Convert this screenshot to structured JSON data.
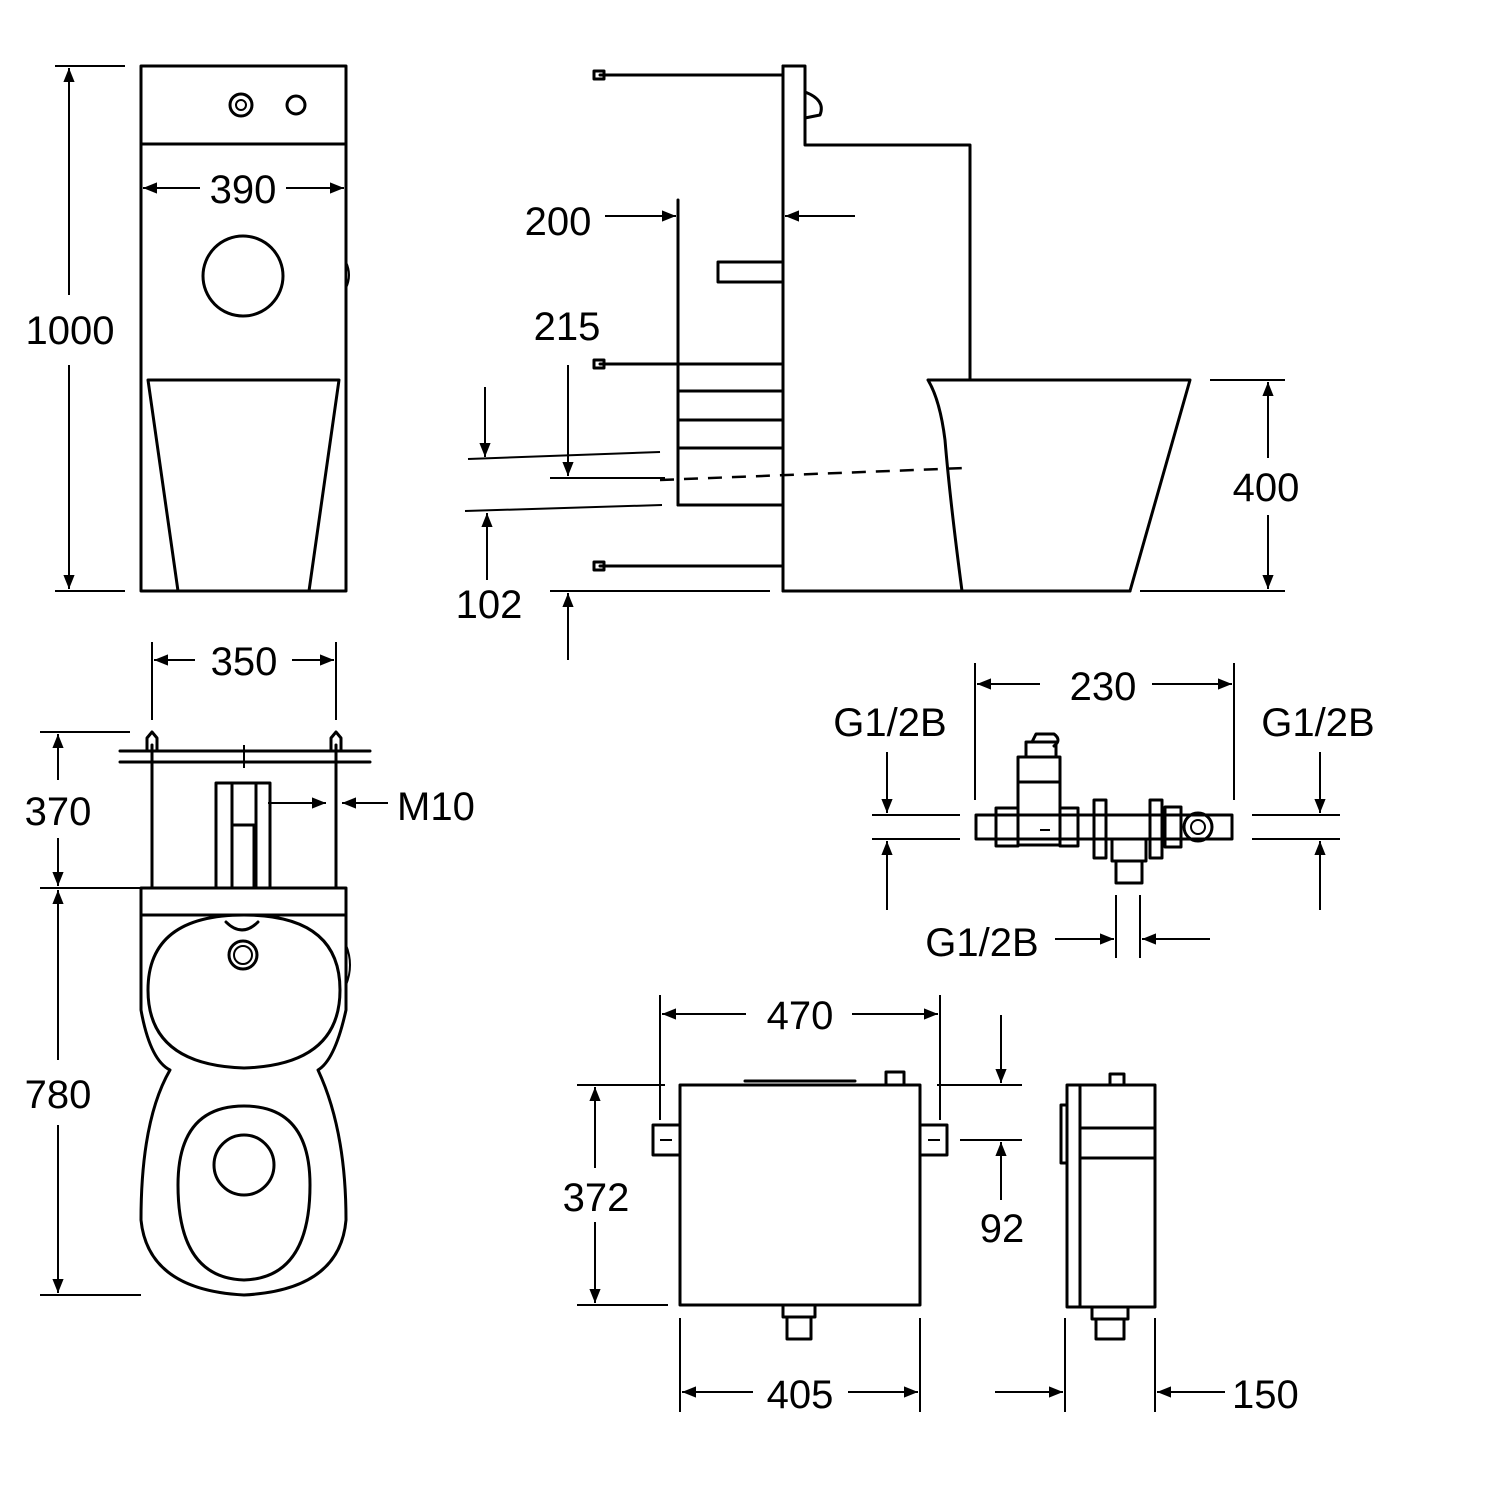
{
  "dimensions": {
    "front_height": "1000",
    "front_width": "390",
    "side_200": "200",
    "side_215": "215",
    "side_400": "400",
    "side_102": "102",
    "plan_350": "350",
    "plan_370": "370",
    "plan_780": "780",
    "plan_m10": "M10",
    "valve_230": "230",
    "valve_thread_left": "G1/2B",
    "valve_thread_right": "G1/2B",
    "valve_thread_bottom": "G1/2B",
    "box_470": "470",
    "box_372": "372",
    "box_92": "92",
    "box_405": "405",
    "box_150": "150"
  },
  "colors": {
    "line": "#000000",
    "background": "#ffffff"
  }
}
